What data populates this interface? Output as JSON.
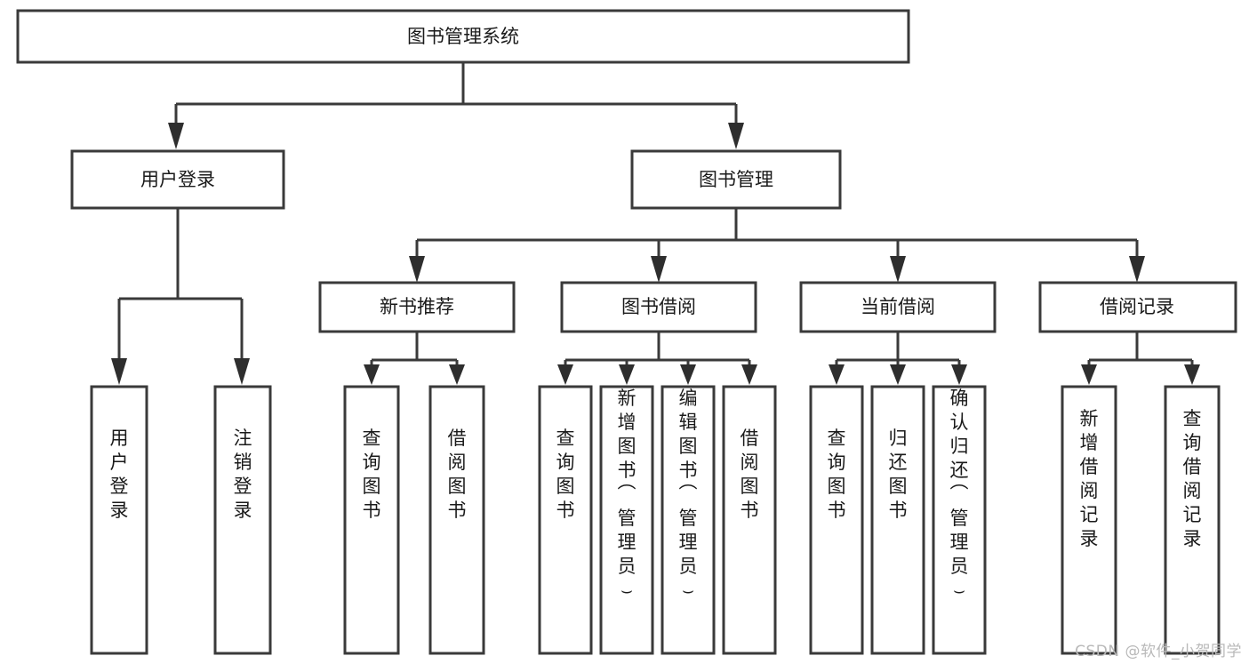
{
  "diagram": {
    "type": "tree",
    "title": "图书管理系统",
    "watermark": "CSDN @软件_小贺同学",
    "colors": {
      "box_stroke": "#3a3a3a",
      "box_fill": "#ffffff",
      "connector": "#3a3a3a",
      "text": "#1a1a1a",
      "watermark": "#b9b9b9",
      "background": "#ffffff"
    },
    "root": {
      "label": "图书管理系统"
    },
    "level1": [
      {
        "label": "用户登录"
      },
      {
        "label": "图书管理"
      }
    ],
    "level2": [
      {
        "label": "新书推荐"
      },
      {
        "label": "图书借阅"
      },
      {
        "label": "当前借阅"
      },
      {
        "label": "借阅记录"
      }
    ],
    "leaves": {
      "user_login": [
        {
          "label": "用户登录"
        },
        {
          "label": "注销登录"
        }
      ],
      "new_book_recommend": [
        {
          "label": "查询图书"
        },
        {
          "label": "借阅图书"
        }
      ],
      "book_borrow": [
        {
          "label": "查询图书"
        },
        {
          "label": "新增图书（管理员）"
        },
        {
          "label": "编辑图书（管理员）"
        },
        {
          "label": "借阅图书"
        }
      ],
      "current_borrow": [
        {
          "label": "查询图书"
        },
        {
          "label": "归还图书"
        },
        {
          "label": "确认归还（管理员）"
        }
      ],
      "borrow_record": [
        {
          "label": "新增借阅记录"
        },
        {
          "label": "查询借阅记录"
        }
      ]
    }
  }
}
